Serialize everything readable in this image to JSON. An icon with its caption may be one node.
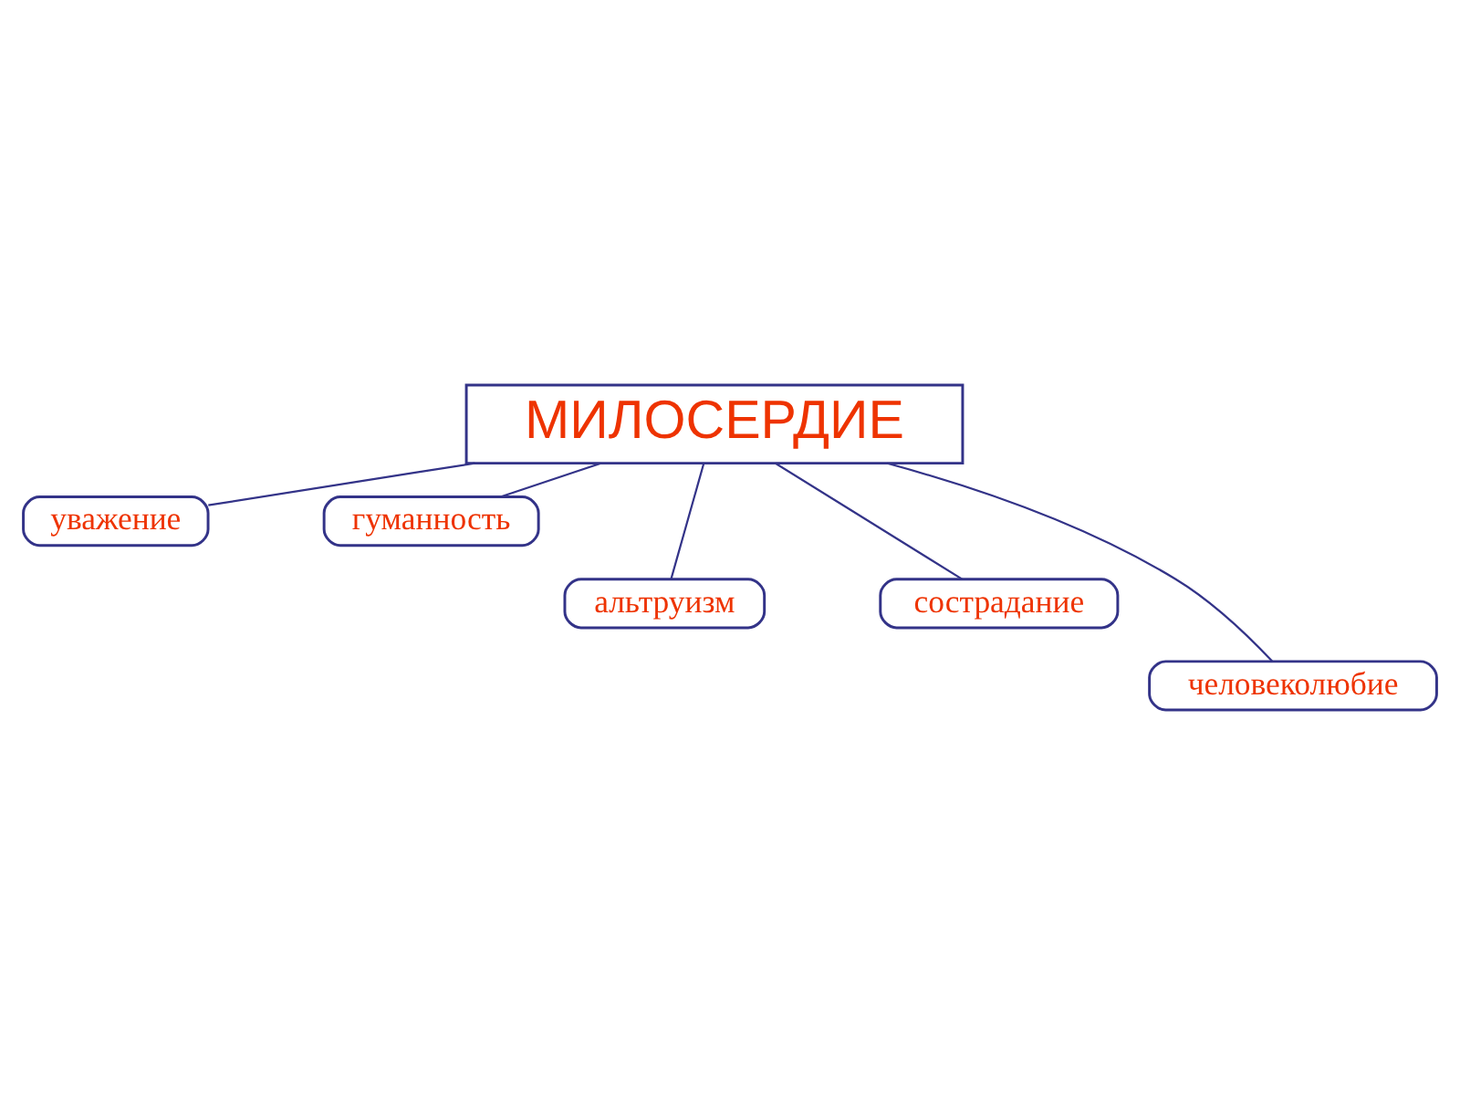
{
  "diagram": {
    "nodes": [
      {
        "text": [
          "МИЛОСЕРДИЕ"
        ]
      },
      {
        "text": [
          "уважение"
        ]
      },
      {
        "text": [
          "гуманность"
        ]
      },
      {
        "text": [
          "альтруизм"
        ]
      },
      {
        "text": [
          "сострадание"
        ]
      },
      {
        "text": [
          "человеколюбие"
        ]
      }
    ],
    "edges": [
      {
        "from": 0,
        "to": 1,
        "arrow": "none"
      },
      {
        "from": 0,
        "to": 3,
        "arrow": "none"
      },
      {
        "from": 0,
        "to": 5,
        "arrow": "none"
      },
      {
        "from": 0,
        "to": 4,
        "arrow": "none"
      },
      {
        "from": 0,
        "to": 2,
        "arrow": "none"
      }
    ]
  }
}
